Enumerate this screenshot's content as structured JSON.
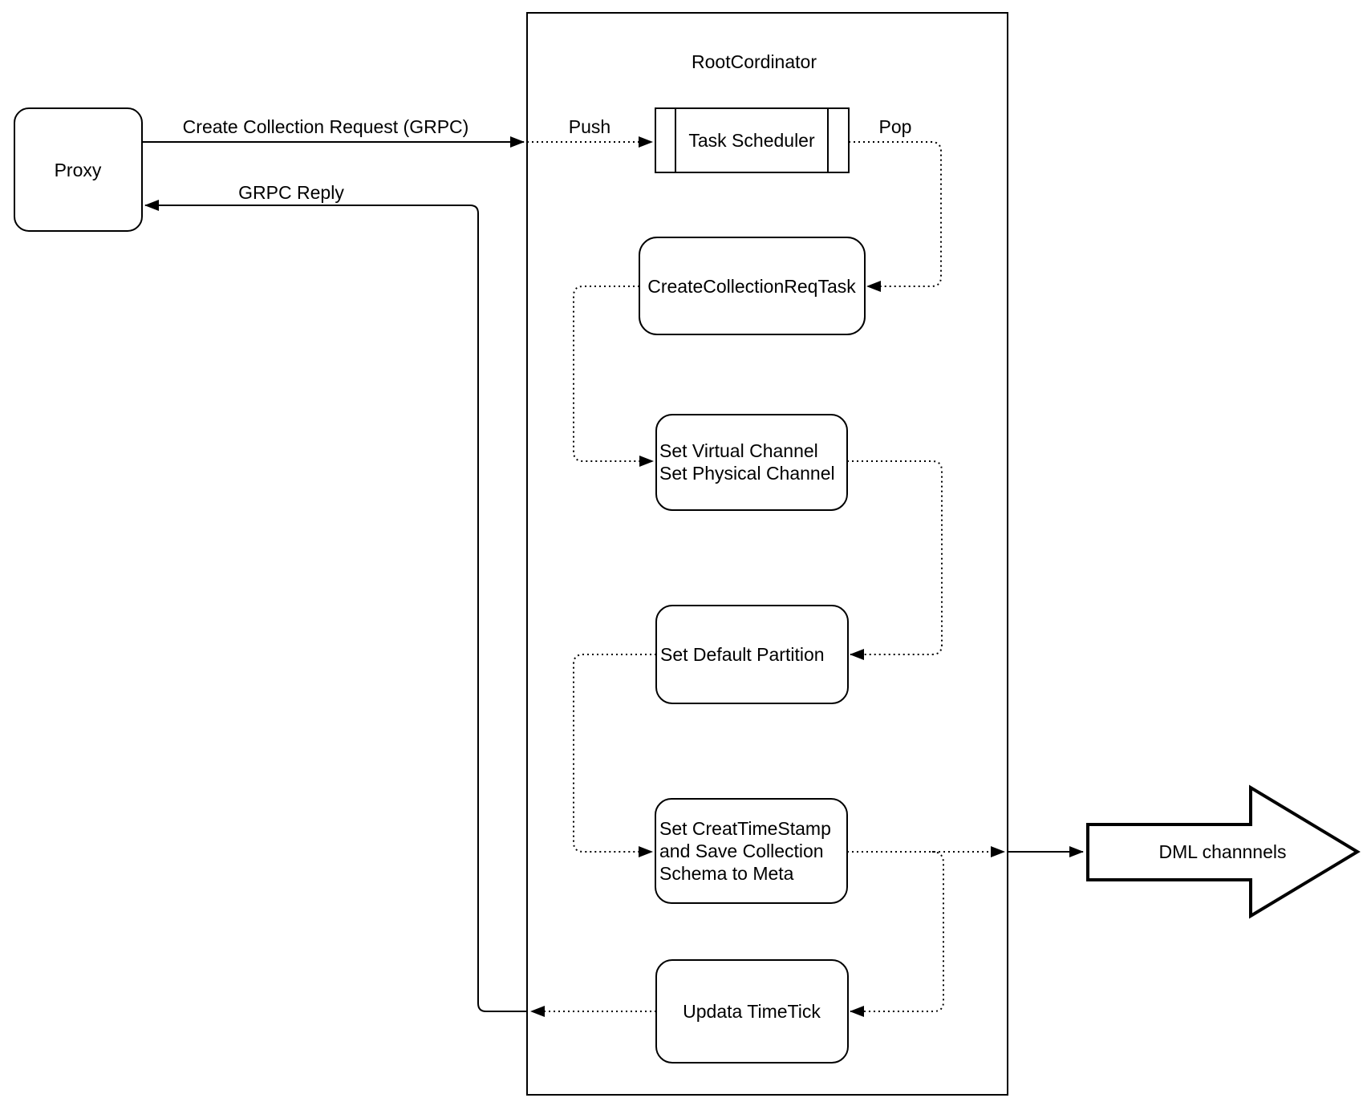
{
  "diagram": {
    "container_title": "RootCordinator",
    "nodes": {
      "proxy": {
        "label": "Proxy"
      },
      "task_scheduler": {
        "label": "Task Scheduler"
      },
      "create_collection_req_task": {
        "label": "CreateCollectionReqTask"
      },
      "set_channels": {
        "lines": [
          "Set Virtual Channel",
          "Set Physical Channel"
        ]
      },
      "set_default_partition": {
        "label": "Set Default Partition"
      },
      "set_timestamp": {
        "lines": [
          "Set CreatTimeStamp",
          "and Save Collection",
          "Schema to Meta"
        ]
      },
      "update_timetick": {
        "label": "Updata TimeTick"
      },
      "dml_channels": {
        "label": "DML channnels"
      }
    },
    "edges": {
      "create_collection_request": {
        "label": "Create Collection Request (GRPC)"
      },
      "push": {
        "label": "Push"
      },
      "pop": {
        "label": "Pop"
      },
      "grpc_reply": {
        "label": "GRPC Reply"
      }
    },
    "colors": {
      "stroke": "#000000",
      "background": "#ffffff"
    }
  }
}
